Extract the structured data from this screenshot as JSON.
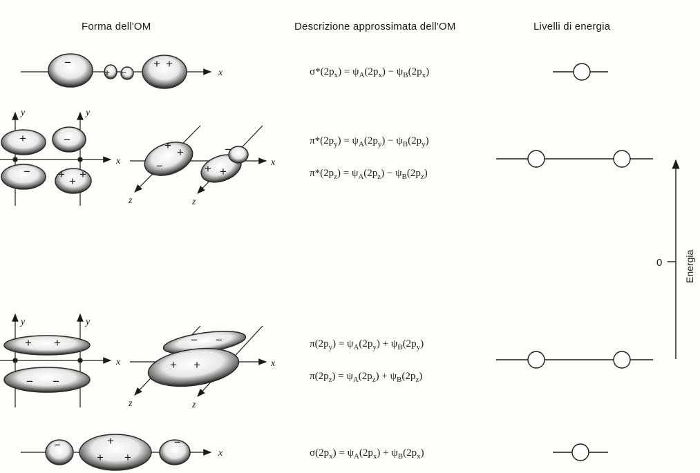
{
  "headers": {
    "shape": "Forma dell'OM",
    "description": "Descrizione approssimata dell'OM",
    "levels": "Livelli di energia"
  },
  "formulas": {
    "sigma_star": {
      "lhs": "σ*(2p",
      "sub": "x"
    },
    "pi_star_y": {
      "lhs": "π*(2p",
      "sub": "y"
    },
    "pi_star_z": {
      "lhs": "π*(2p",
      "sub": "z"
    },
    "pi_y": {
      "lhs": "π(2p",
      "sub": "y"
    },
    "pi_z": {
      "lhs": "π(2p",
      "sub": "z"
    },
    "sigma": {
      "lhs": "σ(2p",
      "sub": "x"
    },
    "psi": "ψ",
    "A": "A",
    "B": "B",
    "eq": ") = ",
    "plus": "+",
    "minus": "−"
  },
  "axes": {
    "x": "x",
    "y": "y",
    "z": "z"
  },
  "energy_axis": {
    "label": "Energia",
    "zero": "0"
  },
  "signs": {
    "plus": "+",
    "minus": "−"
  },
  "colors": {
    "ink": "#1a1a1a",
    "lobe": "#2a2a2a",
    "paper": "#fdfdfb"
  }
}
